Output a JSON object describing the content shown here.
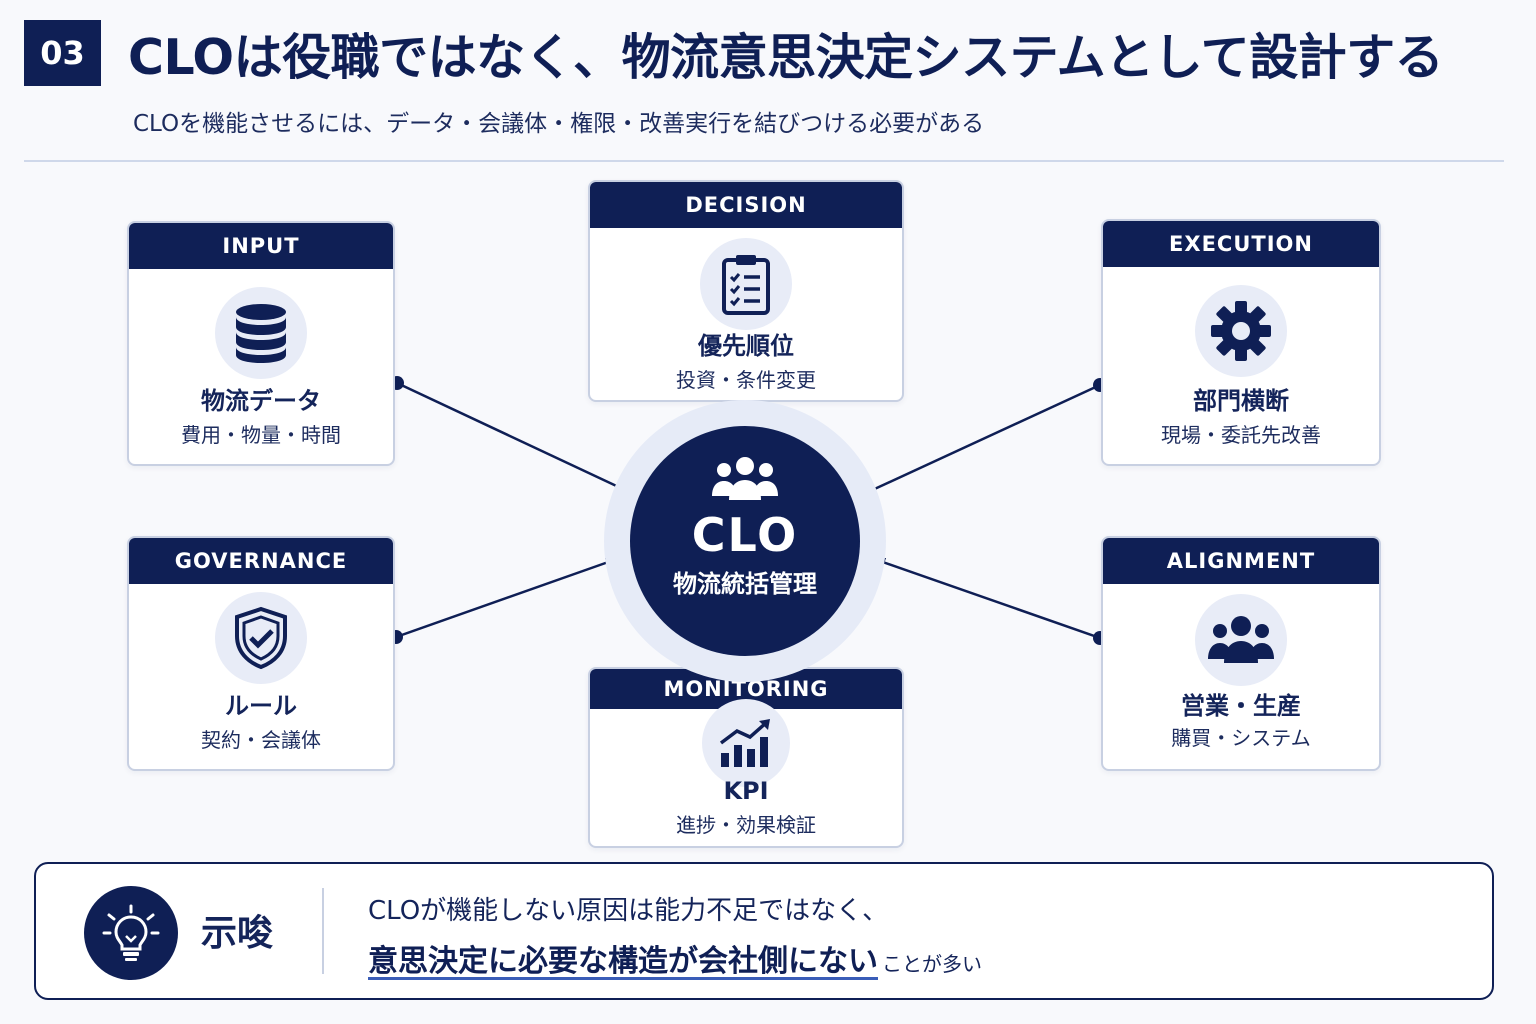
{
  "header": {
    "number": "03",
    "title": "CLOは役職ではなく、物流意思決定システムとして設計する",
    "subtitle": "CLOを機能させるには、データ・会議体・権限・改善実行を結びつける必要がある"
  },
  "center": {
    "title": "CLO",
    "subtitle": "物流統括管理",
    "icon": "people-icon"
  },
  "cards": {
    "input": {
      "header": "INPUT",
      "icon": "database-icon",
      "main": "物流データ",
      "sub": "費用・物量・時間"
    },
    "decision": {
      "header": "DECISION",
      "icon": "clipboard-checklist-icon",
      "main": "優先順位",
      "sub": "投資・条件変更"
    },
    "execution": {
      "header": "EXECUTION",
      "icon": "gear-icon",
      "main": "部門横断",
      "sub": "現場・委託先改善"
    },
    "governance": {
      "header": "GOVERNANCE",
      "icon": "shield-check-icon",
      "main": "ルール",
      "sub": "契約・会議体"
    },
    "monitoring": {
      "header": "MONITORING",
      "icon": "bar-chart-trend-icon",
      "main": "KPI",
      "sub": "進捗・効果検証"
    },
    "alignment": {
      "header": "ALIGNMENT",
      "icon": "team-icon",
      "main": "営業・生産",
      "sub": "購買・システム"
    }
  },
  "insight": {
    "icon": "lightbulb-icon",
    "label": "示唆",
    "line1": "CLOが機能しない原因は能力不足ではなく、",
    "line2_strong": "意思決定に必要な構造が会社側にない",
    "line2_tail": "ことが多い"
  },
  "colors": {
    "navy": "#0f1f55",
    "icon_bg": "#e8ecf7",
    "accent_underline": "#3a5db8"
  }
}
